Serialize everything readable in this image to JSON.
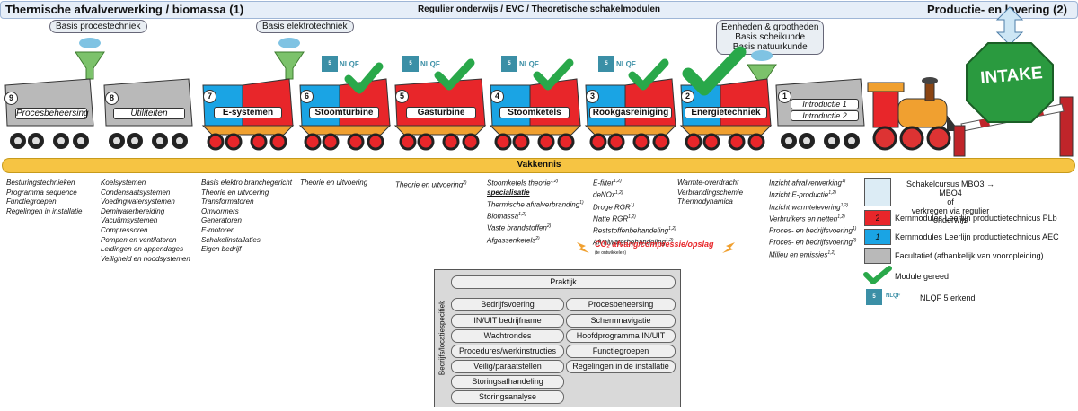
{
  "header": {
    "left_title": "Thermische afvalverwerking / biomassa (1)",
    "center": "Regulier onderwijs / EVC / Theoretische schakelmodulen",
    "right_title": "Productie- en levering (2)"
  },
  "basis": {
    "procestechniek": "Basis procestechniek",
    "elektrotechniek": "Basis elektrotechniek",
    "eenheden": [
      "Eenheden & grootheden",
      "Basis scheikunde",
      "Basis natuurkunde"
    ]
  },
  "intake_label": "INTAKE",
  "nlqf_text": "NLQF",
  "nlqf_badge": "5",
  "wagons": [
    {
      "num": "9",
      "label": "Procesbeheersing"
    },
    {
      "num": "8",
      "label": "Utiliteiten"
    },
    {
      "num": "7",
      "label": "E-systemen"
    },
    {
      "num": "6",
      "label": "Stoomturbine"
    },
    {
      "num": "5",
      "label": "Gasturbine"
    },
    {
      "num": "4",
      "label": "Stoomketels"
    },
    {
      "num": "3",
      "label": "Rookgasreiniging"
    },
    {
      "num": "2",
      "label": "Energietechniek"
    },
    {
      "num": "1",
      "label_a": "Introductie 1",
      "label_b": "Introductie 2"
    }
  ],
  "vakkennis_label": "Vakkennis",
  "columns": {
    "c9": [
      "Besturingstechnieken",
      "Programma sequence",
      "Functiegroepen",
      "Regelingen in installatie"
    ],
    "c8": [
      "Koelsystemen",
      "Condensaatsystemen",
      "Voedingwatersystemen",
      "Demiwaterbereiding",
      "Vacuümsystemen",
      "Compressoren",
      "Pompen en ventilatoren",
      "Leidingen en appendages",
      "Veiligheid en noodsystemen"
    ],
    "c7": [
      "Basis elektro branchegericht",
      "Theorie en uitvoering",
      "Transformatoren",
      "Omvormers",
      "Generatoren",
      "E-motoren",
      "Schakelinstallaties",
      "Eigen bedrijf"
    ],
    "c6": [
      "Theorie en uitvoering"
    ],
    "c5": [
      "Theorie en uitvoering"
    ],
    "c5_sup": "2)",
    "c4": [
      "Stoomketels theorie",
      "specialisatie",
      "Thermische afvalverbranding",
      "Biomassa",
      "Vaste brandstoffen",
      "Afgassenketels"
    ],
    "c4_sup": [
      "1,2)",
      "",
      "1)",
      "1,2)",
      "2)",
      "2)"
    ],
    "c3": [
      "E-filter",
      "deNOx",
      "Droge RGR",
      "Natte RGR",
      "Reststoffenbehandeling",
      "Afvalwaterbehandeling"
    ],
    "c3_sup": [
      "1,2)",
      "1,2)",
      "1)",
      "1,2)",
      "1,2)",
      "1,2)"
    ],
    "co2": "CO₂ afvang/compressie/opslag",
    "co2_note": "(te ontwikkelen)",
    "c2": [
      "Warmte-overdracht",
      "Verbrandingschemie",
      "Thermodynamica"
    ],
    "c1": [
      "Inzicht afvalverwerking",
      "Inzicht E-productie",
      "Inzicht warmtelevering",
      "Verbruikers en netten",
      "Proces- en bedrijfsvoering",
      "Proces- en bedrijfsvoering",
      "Milieu en emissies"
    ],
    "c1_sup": [
      "1)",
      "1,2)",
      "1,2)",
      "1,2)",
      "1)",
      "2)",
      "1,2)"
    ]
  },
  "legend": {
    "schakel": [
      "Schakelcursus MBO3 → MBO4",
      "of",
      "verkregen via regulier onderwijs"
    ],
    "plb_num": "2",
    "plb": "Kernmodules Leerlijn productietechnicus PLb",
    "aec_num": "1",
    "aec": "Kernmodules Leerlijn productietechnicus AEC",
    "facultatief": "Facultatief (afhankelijk van vooropleiding)",
    "gereed": "Module gereed",
    "nlqf": "NLQF 5 erkend"
  },
  "bedrijf": {
    "side_label": "Bedrijfs/locatiespecifiek",
    "praktijk": "Praktijk",
    "left": [
      "Bedrijfsvoering",
      "IN/UIT bedrijfname",
      "Wachtrondes",
      "Procedures/werkinstructies",
      "Veilig/paraatstellen",
      "Storingsafhandeling",
      "Storingsanalyse"
    ],
    "right": [
      "Procesbeheersing",
      "Schermnavigatie",
      "Hoofdprogramma IN/UIT",
      "Functiegroepen",
      "Regelingen in de installatie"
    ]
  },
  "colors": {
    "red": "#e8262a",
    "blue": "#1aa4e4",
    "gray": "#b9b9b9",
    "green": "#29a84a",
    "teal": "#3b8fa6",
    "yellow": "#f6c443"
  }
}
